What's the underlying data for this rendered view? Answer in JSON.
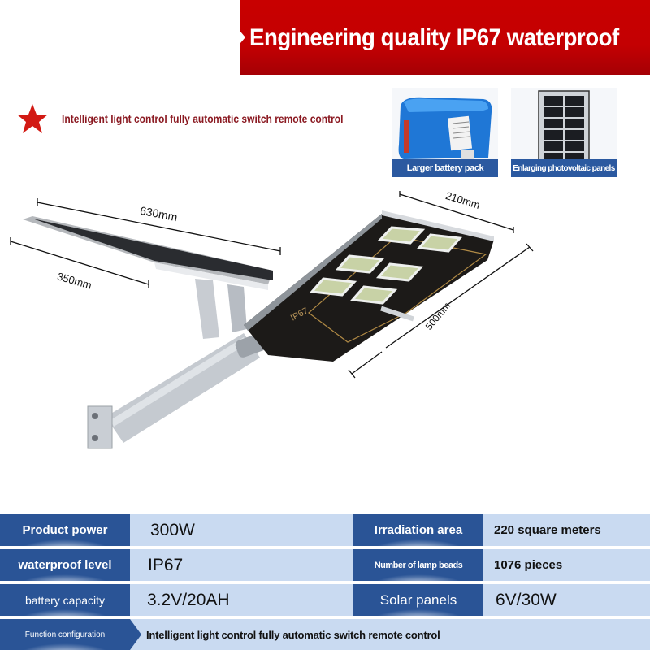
{
  "banner": {
    "title": "Engineering quality IP67 waterproof",
    "color": "#c40002"
  },
  "feature": {
    "icon": "star-icon",
    "text": "Intelligent light control fully automatic switch remote control",
    "text_color": "#8b1a22"
  },
  "thumbnails": [
    {
      "icon": "battery-pack-image",
      "caption": "Larger battery pack"
    },
    {
      "icon": "solar-panel-image",
      "caption": "Enlarging photovoltaic panels"
    }
  ],
  "dimensions": {
    "panel_length": "630mm",
    "panel_width": "350mm",
    "lamp_width": "210mm",
    "lamp_length": "500mm"
  },
  "lamp_marking": "IP67",
  "specs": {
    "rows": [
      {
        "label": "Product power",
        "value": "300W",
        "label2": "Irradiation area",
        "value2": "220 square meters"
      },
      {
        "label": "waterproof level",
        "value": "IP67",
        "label2": "Number of lamp beads",
        "value2": "1076 pieces"
      },
      {
        "label": "battery capacity",
        "value": "3.2V/20AH",
        "label2": "Solar panels",
        "value2": "6V/30W"
      }
    ],
    "function": {
      "label": "Function configuration",
      "value": "Intelligent light control fully automatic switch remote control"
    },
    "label_bg": "#2a5496",
    "value_bg": "#c9daf1"
  }
}
